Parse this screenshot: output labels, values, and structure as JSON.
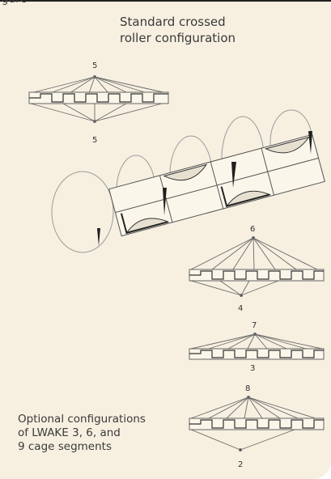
{
  "header": {
    "cutoff_text": "gure"
  },
  "title": "Standard crossed\nroller configuration",
  "caption": "Optional configurations\nof LWAKE 3, 6, and\n9 cage segments",
  "configs": [
    {
      "id": "standard",
      "top_label": "5",
      "bottom_label": "5"
    },
    {
      "id": "opt-6",
      "top_label": "6",
      "bottom_label": "4"
    },
    {
      "id": "opt-7",
      "top_label": "7",
      "bottom_label": "3"
    },
    {
      "id": "opt-8",
      "top_label": "8",
      "bottom_label": "2"
    }
  ],
  "colors": {
    "panel": "#f7f0e1",
    "line": "#6a6a6a",
    "dark": "#222222"
  }
}
